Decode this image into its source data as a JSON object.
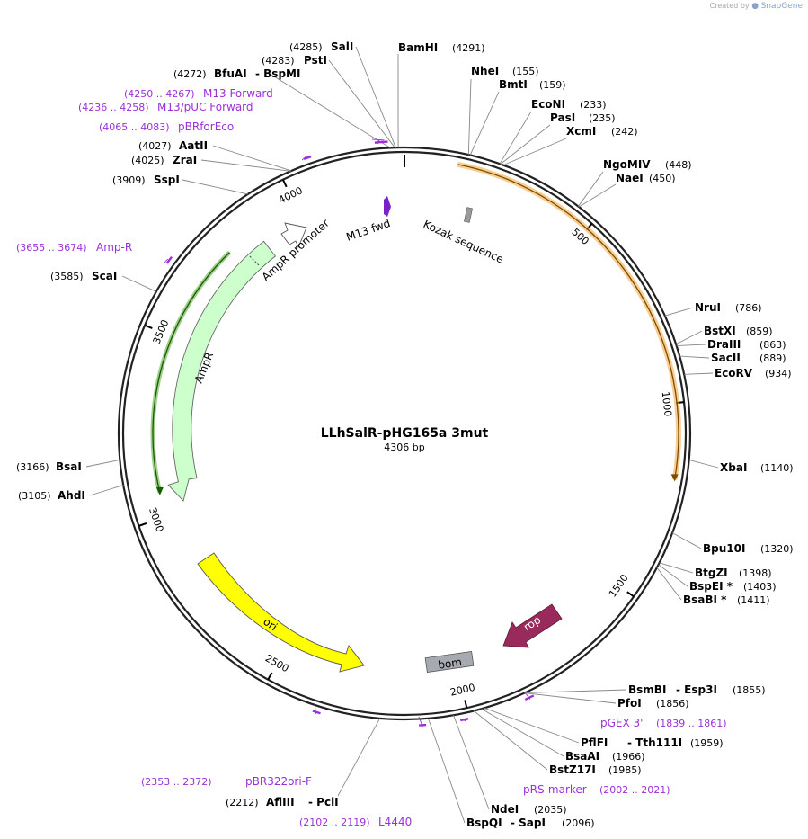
{
  "credit": {
    "prefix": "Created by",
    "brand": "SnapGene"
  },
  "plasmid": {
    "name": "LLhSalR-pHG165a 3mut",
    "length": 4306,
    "length_label": "4306 bp"
  },
  "ticks": [
    {
      "pos": 500,
      "label": "500"
    },
    {
      "pos": 1000,
      "label": "1000"
    },
    {
      "pos": 1500,
      "label": "1500"
    },
    {
      "pos": 2000,
      "label": "2000"
    },
    {
      "pos": 2500,
      "label": "2500"
    },
    {
      "pos": 3000,
      "label": "3000"
    },
    {
      "pos": 3500,
      "label": "3500"
    },
    {
      "pos": 4000,
      "label": "4000"
    }
  ],
  "sites": [
    {
      "name": "BamHI",
      "pos": "(4291)",
      "bp": 4291
    },
    {
      "name": "NheI",
      "pos": "(155)",
      "bp": 155
    },
    {
      "name": "BmtI",
      "pos": "(159)",
      "bp": 159
    },
    {
      "name": "EcoNI",
      "pos": "(233)",
      "bp": 233
    },
    {
      "name": "PasI",
      "pos": "(235)",
      "bp": 235
    },
    {
      "name": "XcmI",
      "pos": "(242)",
      "bp": 242
    },
    {
      "name": "NgoMIV",
      "pos": "(448)",
      "bp": 448
    },
    {
      "name": "NaeI",
      "pos": "(450)",
      "bp": 450
    },
    {
      "name": "NruI",
      "pos": "(786)",
      "bp": 786
    },
    {
      "name": "BstXI",
      "pos": "(859)",
      "bp": 859
    },
    {
      "name": "DraIII",
      "pos": "(863)",
      "bp": 863
    },
    {
      "name": "SacII",
      "pos": "(889)",
      "bp": 889
    },
    {
      "name": "EcoRV",
      "pos": "(934)",
      "bp": 934
    },
    {
      "name": "XbaI",
      "pos": "(1140)",
      "bp": 1140
    },
    {
      "name": "Bpu10I",
      "pos": "(1320)",
      "bp": 1320
    },
    {
      "name": "BtgZI",
      "pos": "(1398)",
      "bp": 1398
    },
    {
      "name": "BspEI *",
      "pos": "(1403)",
      "bp": 1403
    },
    {
      "name": "BsaBI *",
      "pos": "(1411)",
      "bp": 1411
    },
    {
      "name": "BsmBI",
      "name2": "Esp3I",
      "pos": "(1855)",
      "bp": 1855
    },
    {
      "name": "PfoI",
      "pos": "(1856)",
      "bp": 1856
    },
    {
      "name": "PflFI",
      "name2": "Tth111I",
      "pos": "(1959)",
      "bp": 1959
    },
    {
      "name": "BsaAI",
      "pos": "(1966)",
      "bp": 1966
    },
    {
      "name": "BstZ17I",
      "pos": "(1985)",
      "bp": 1985
    },
    {
      "name": "NdeI",
      "pos": "(2035)",
      "bp": 2035
    },
    {
      "name": "BspQI",
      "name2": "SapI",
      "pos": "(2096)",
      "bp": 2096
    },
    {
      "name": "AflIII",
      "name2": "PciI",
      "pos": "(2212)",
      "bp": 2212
    },
    {
      "name": "AhdI",
      "pos": "(3105)",
      "bp": 3105
    },
    {
      "name": "BsaI",
      "pos": "(3166)",
      "bp": 3166
    },
    {
      "name": "ScaI",
      "pos": "(3585)",
      "bp": 3585
    },
    {
      "name": "SspI",
      "pos": "(3909)",
      "bp": 3909
    },
    {
      "name": "ZraI",
      "pos": "(4025)",
      "bp": 4025
    },
    {
      "name": "AatII",
      "pos": "(4027)",
      "bp": 4027
    },
    {
      "name": "BfuAI",
      "name2": "BspMI",
      "pos": "(4272)",
      "bp": 4272
    },
    {
      "name": "PstI",
      "pos": "(4283)",
      "bp": 4283
    },
    {
      "name": "SalI",
      "pos": "(4285)",
      "bp": 4285
    }
  ],
  "primers": [
    {
      "name": "M13 Forward",
      "pos": "(4250 .. 4267)",
      "start": 4250,
      "end": 4267
    },
    {
      "name": "M13/pUC Forward",
      "pos": "(4236 .. 4258)",
      "start": 4236,
      "end": 4258
    },
    {
      "name": "pBRforEco",
      "pos": "(4065 .. 4083)",
      "start": 4065,
      "end": 4083
    },
    {
      "name": "Amp-R",
      "pos": "(3655 .. 3674)",
      "start": 3655,
      "end": 3674
    },
    {
      "name": "pGEX 3'",
      "pos": "(1839 .. 1861)",
      "start": 1839,
      "end": 1861
    },
    {
      "name": "pRS-marker",
      "pos": "(2002 .. 2021)",
      "start": 2002,
      "end": 2021
    },
    {
      "name": "L4440",
      "pos": "(2102 .. 2119)",
      "start": 2102,
      "end": 2119
    },
    {
      "name": "pBR322ori-F",
      "pos": "(2353 .. 2372)",
      "start": 2353,
      "end": 2372
    }
  ],
  "features": [
    {
      "name": "Kozak sequence",
      "color": "#9a9a9a"
    },
    {
      "name": "M13 fwd",
      "color": "#7a22c8"
    },
    {
      "name": "AmpR promoter",
      "color": "#ffffff"
    },
    {
      "name": "AmpR",
      "color": "#ccffcc"
    },
    {
      "name": "ori",
      "color": "#ffff00"
    },
    {
      "name": "bom",
      "color": "#a7aab0"
    },
    {
      "name": "rop",
      "color": "#9b2a5c"
    }
  ],
  "colors": {
    "orf_orange": "#f2a63a",
    "orf_green": "#3aa012",
    "primer_purple": "#9b30d9",
    "backbone": "#222222"
  }
}
